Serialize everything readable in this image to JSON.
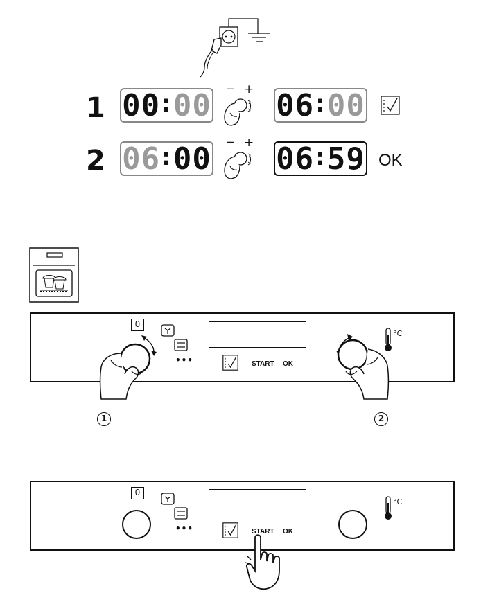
{
  "steps": [
    {
      "number": "1",
      "display_before": {
        "hours": "00",
        "minutes": "00"
      },
      "display_after": {
        "hours": "06",
        "minutes": "00"
      }
    },
    {
      "number": "2",
      "display_before": {
        "hours": "06",
        "minutes": "00"
      },
      "display_after": {
        "hours": "06",
        "minutes": "59"
      },
      "confirm_label": "OK"
    }
  ],
  "knob_signs": {
    "minus": "−",
    "plus": "+"
  },
  "panel": {
    "zero_label": "0",
    "start_label": "START",
    "ok_label": "OK",
    "dots_label": "•••",
    "temperature_unit": "°C"
  },
  "callouts": {
    "left_knob": "1",
    "right_knob": "2"
  },
  "icons": [
    "power-plug-icon",
    "ground-icon",
    "knob-hand-icon",
    "checklist-icon",
    "oven-icon",
    "fan-icon",
    "grill-icon",
    "thermometer-icon",
    "pressing-hand-icon"
  ]
}
